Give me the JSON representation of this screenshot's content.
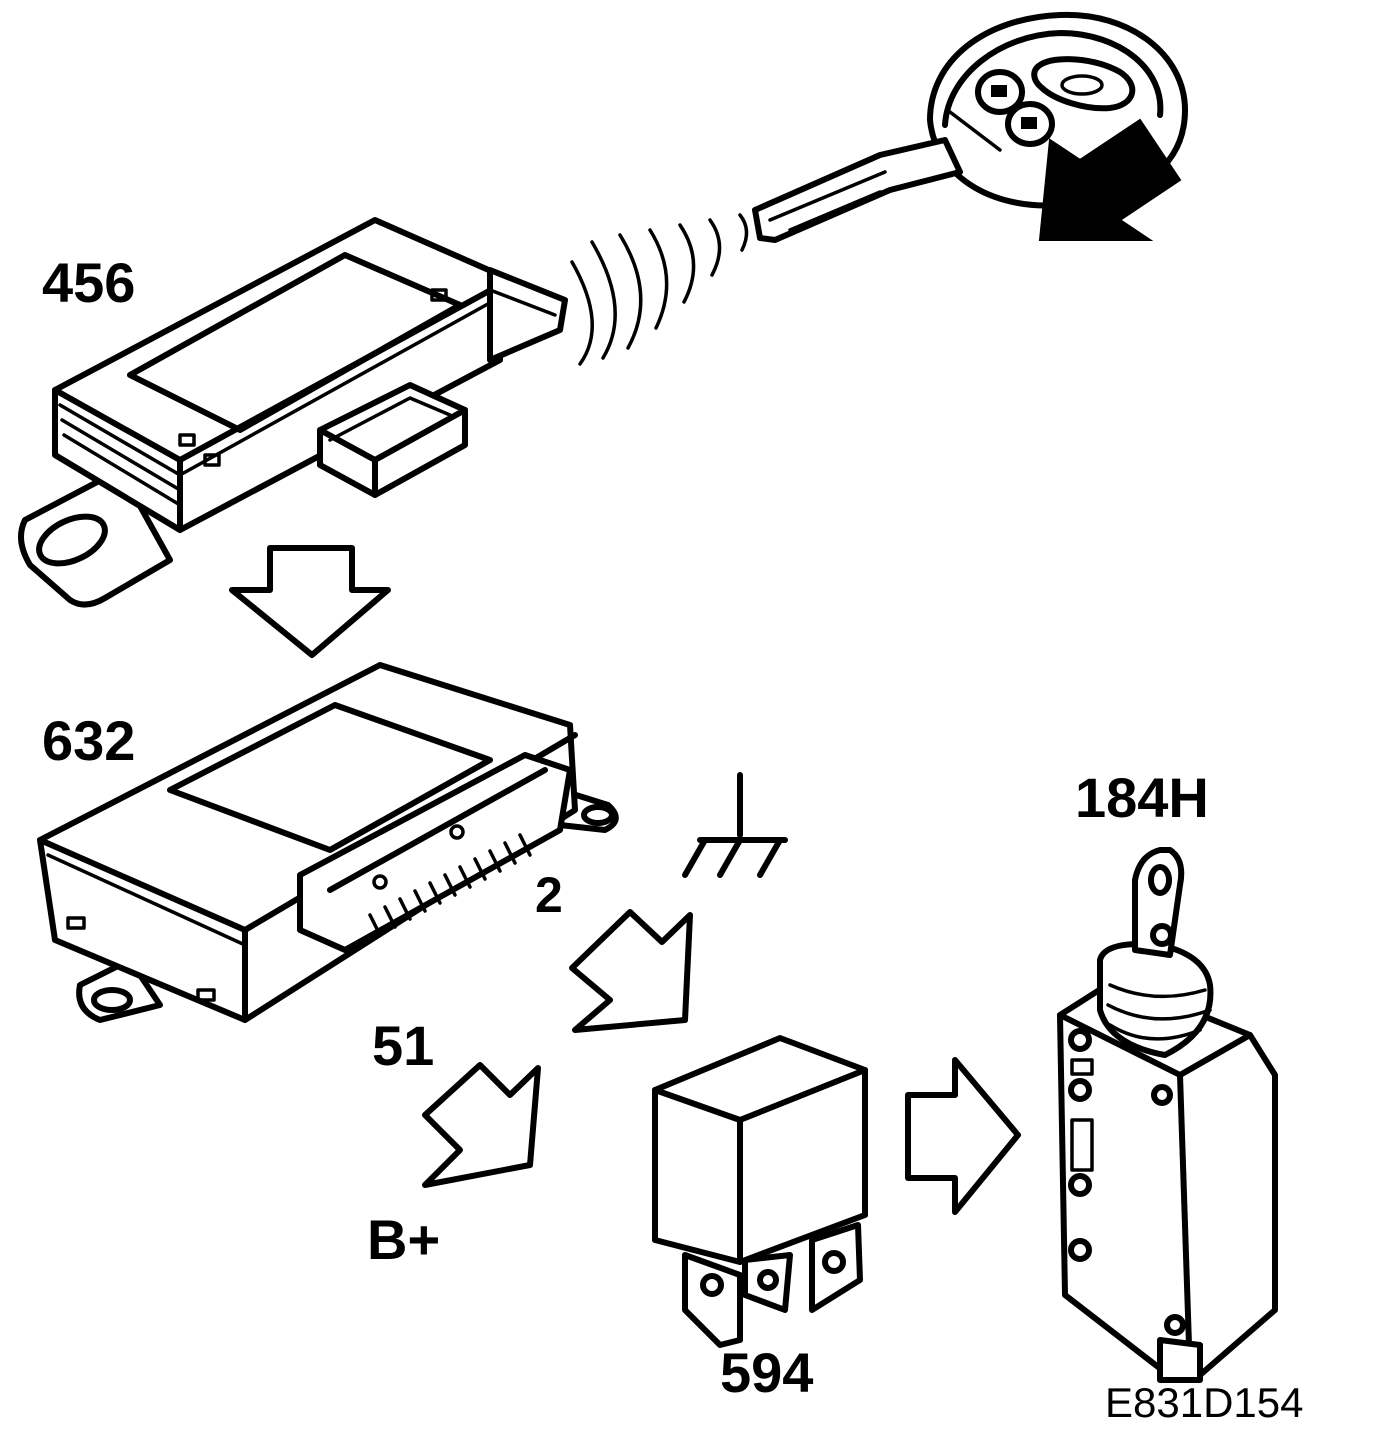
{
  "labels": {
    "module_456": "456",
    "module_632": "632",
    "relay_594": "594",
    "actuator_184h": "184H",
    "terminal_2": "2",
    "terminal_51": "51",
    "supply": "B+",
    "figure_code": "E831D154"
  },
  "icons": [
    "remote-key-icon",
    "radio-signal-icon",
    "ground-symbol-icon",
    "flow-arrow-icon"
  ]
}
